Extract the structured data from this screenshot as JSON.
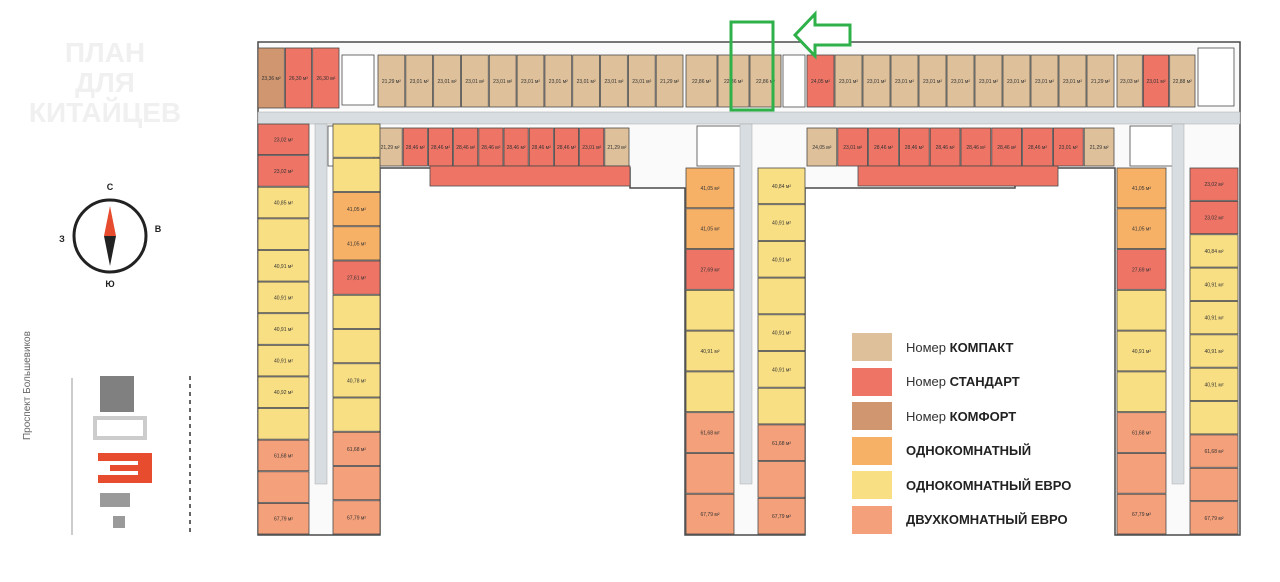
{
  "compass": {
    "north": "С",
    "south": "Ю",
    "west": "З",
    "east": "В"
  },
  "watermark": [
    "ПЛАН",
    "ДЛЯ",
    "КИТАЙЦЕВ"
  ],
  "street_label": "Проспект Большевиков",
  "legend": [
    {
      "prefix": "Номер",
      "name": "КОМПАКТ",
      "color": "#dec09b"
    },
    {
      "prefix": "Номер",
      "name": "СТАНДАРТ",
      "color": "#ee7466"
    },
    {
      "prefix": "Номер",
      "name": "КОМФОРТ",
      "color": "#cf9670"
    },
    {
      "prefix": "",
      "name": "ОДНОКОМНАТНЫЙ",
      "color": "#f7b167"
    },
    {
      "prefix": "",
      "name": "ОДНОКОМНАТНЫЙ ЕВРО",
      "color": "#f9df84"
    },
    {
      "prefix": "",
      "name": "ДВУХКОМНАТНЫЙ ЕВРО",
      "color": "#f4a07a"
    }
  ],
  "colors": {
    "compact": "#dec09b",
    "standard": "#ee7466",
    "comfort": "#cf9670",
    "one_room": "#f7b167",
    "one_euro": "#f9df84",
    "two_euro": "#f4a07a",
    "corridor": "#d7dde0",
    "wall": "#4a4a4a",
    "highlight": "#2fb14a",
    "location_marker": "#e74c2e"
  },
  "top_row": {
    "left_block": [
      "23,36 м²",
      "26,30 м²",
      "26,30 м²"
    ],
    "left_wing": [
      "21,29 м²",
      "23,01 м²",
      "23,01 м²",
      "23,01 м²",
      "23,01 м²",
      "23,01 м²",
      "23,01 м²",
      "23,01 м²",
      "23,01 м²",
      "23,01 м²",
      "21,29 м²"
    ],
    "center_block": [
      "22,86 м²",
      "22,86 м²",
      "22,86 м²"
    ],
    "right_wing": [
      "24,05 м²",
      "23,01 м²",
      "23,01 м²",
      "23,01 м²",
      "23,01 м²",
      "23,01 м²",
      "23,01 м²",
      "23,01 м²",
      "23,01 м²",
      "23,01 м²",
      "21,29 м²"
    ],
    "right_block": [
      "23,03 м²",
      "23,01 м²",
      "22,88 м²"
    ]
  },
  "second_row": {
    "left_wing": [
      "21,29 м²",
      "28,46 м²",
      "28,46 м²",
      "28,46 м²",
      "28,46 м²",
      "28,46 м²",
      "28,46 м²",
      "28,46 м²",
      "23,01 м²",
      "21,29 м²"
    ],
    "right_wing": [
      "24,05 м²",
      "23,01 м²",
      "28,46 м²",
      "28,46 м²",
      "28,46 м²",
      "28,46 м²",
      "28,46 м²",
      "28,46 м²",
      "23,01 м²",
      "21,29 м²"
    ]
  },
  "left_tower": {
    "left_col": [
      "23,02 м²",
      "23,02 м²",
      "40,85 м²",
      "",
      "40,91 м²",
      "40,91 м²",
      "40,91 м²",
      "40,91 м²",
      "40,92 м²",
      "",
      "61,68 м²",
      "",
      "67,79 м²"
    ],
    "right_col": [
      "",
      "",
      "41,05 м²",
      "41,05 м²",
      "27,61 м²",
      "",
      "",
      "40,78 м²",
      "",
      "61,68 м²",
      "",
      "67,79 м²"
    ]
  },
  "center_tower": {
    "left_col": [
      "41,05 м²",
      "41,05 м²",
      "27,69 м²",
      "",
      "40,91 м²",
      "",
      "61,68 м²",
      "",
      "67,79 м²"
    ],
    "right_col": [
      "40,84 м²",
      "40,91 м²",
      "40,91 м²",
      "",
      "40,91 м²",
      "40,91 м²",
      "",
      "61,68 м²",
      "",
      "67,79 м²"
    ]
  },
  "right_tower": {
    "left_col": [
      "41,05 м²",
      "41,05 м²",
      "27,69 м²",
      "",
      "40,91 м²",
      "",
      "61,68 м²",
      "",
      "67,79 м²"
    ],
    "right_col": [
      "23,02 м²",
      "23,02 м²",
      "40,84 м²",
      "40,91 м²",
      "40,91 м²",
      "40,91 м²",
      "40,91 м²",
      "",
      "61,68 м²",
      "",
      "67,79 м²"
    ]
  }
}
